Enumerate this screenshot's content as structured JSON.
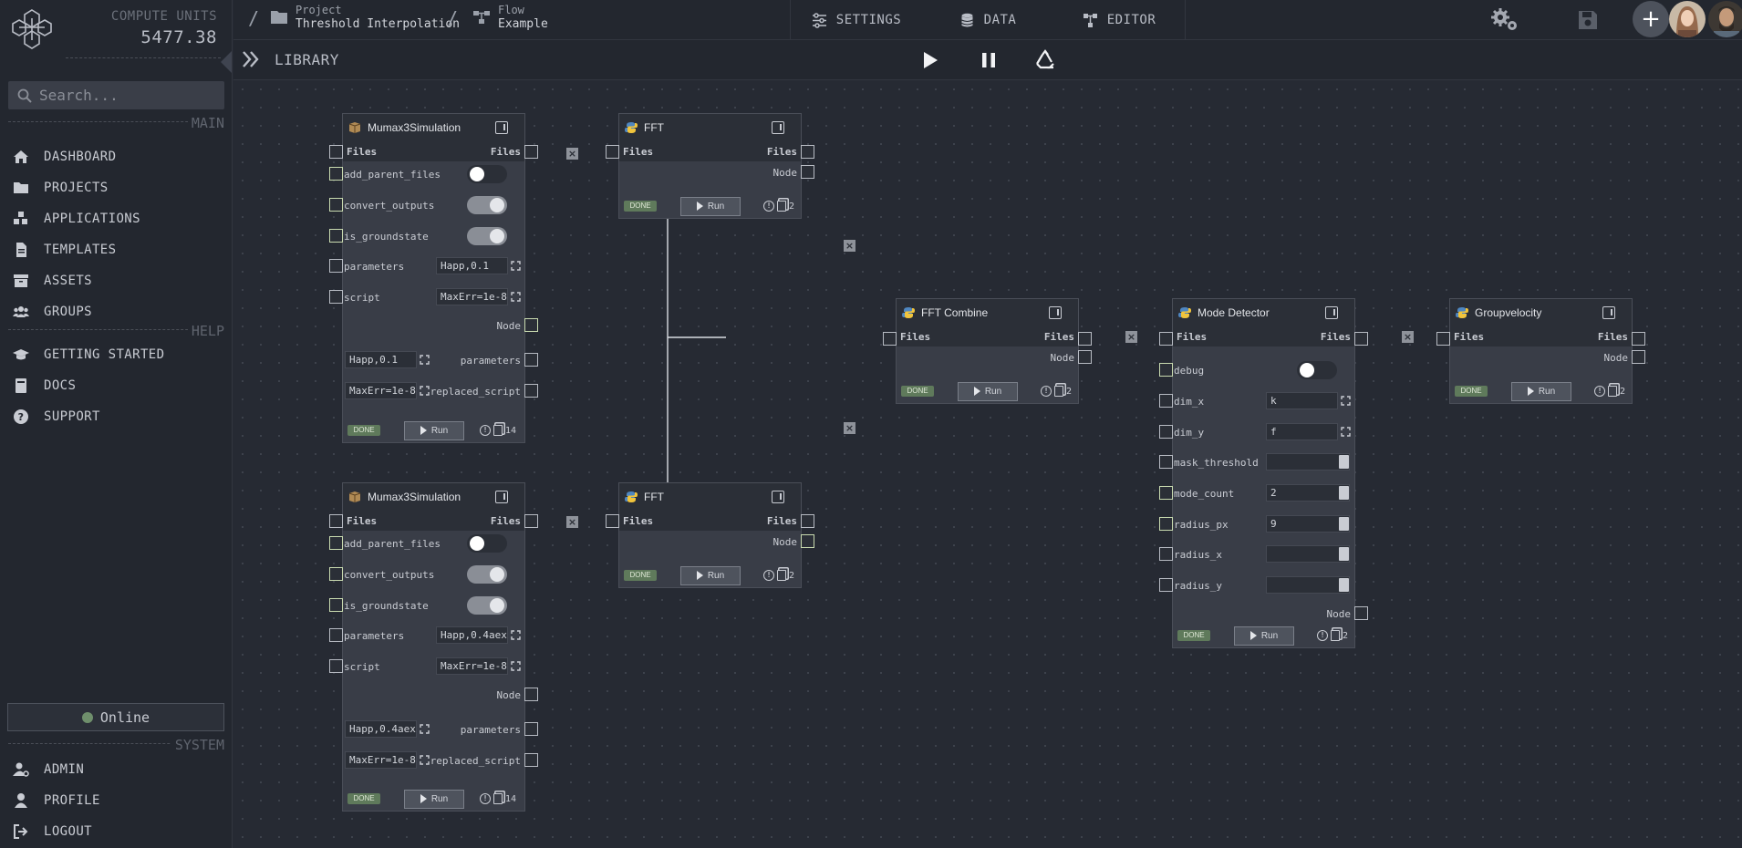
{
  "sidebar": {
    "compute_label": "COMPUTE UNITS",
    "compute_value": "5477.38",
    "search_placeholder": "Search...",
    "sections": {
      "main": "MAIN",
      "help": "HELP",
      "system": "SYSTEM"
    },
    "main_items": [
      "DASHBOARD",
      "PROJECTS",
      "APPLICATIONS",
      "TEMPLATES",
      "ASSETS",
      "GROUPS"
    ],
    "help_items": [
      "GETTING STARTED",
      "DOCS",
      "SUPPORT"
    ],
    "system_items": [
      "ADMIN",
      "PROFILE",
      "LOGOUT"
    ],
    "status": "Online",
    "status_color": "#6f8f6c"
  },
  "topbar": {
    "separator": "/",
    "project_label": "Project",
    "project_name": "Threshold Interpolation",
    "flow_label": "Flow",
    "flow_name": "Example",
    "tabs": [
      "SETTINGS",
      "DATA",
      "EDITOR"
    ],
    "plus": "+"
  },
  "toolbar": {
    "library_label": "LIBRARY"
  },
  "nodes": {
    "mumax_1": {
      "title": "Mumax3Simulation",
      "files_in": "Files",
      "files_out": "Files",
      "add_parent_files": "add_parent_files",
      "convert_outputs": "convert_outputs",
      "is_groundstate": "is_groundstate",
      "parameters_label": "parameters",
      "parameters_value": "Happ,0.1",
      "script_label": "script",
      "script_value": "MaxErr=1e-8",
      "node_label": "Node",
      "out_parameters_value": "Happ,0.1",
      "out_parameters_label": "parameters",
      "out_script_value": "MaxErr=1e-8",
      "out_script_label": "replaced_script",
      "status": "DONE",
      "run": "Run",
      "count": "14"
    },
    "mumax_2": {
      "title": "Mumax3Simulation",
      "files_in": "Files",
      "files_out": "Files",
      "add_parent_files": "add_parent_files",
      "convert_outputs": "convert_outputs",
      "is_groundstate": "is_groundstate",
      "parameters_label": "parameters",
      "parameters_value": "Happ,0.4aex",
      "script_label": "script",
      "script_value": "MaxErr=1e-8",
      "node_label": "Node",
      "out_parameters_value": "Happ,0.4aex",
      "out_parameters_label": "parameters",
      "out_script_value": "MaxErr=1e-8",
      "out_script_label": "replaced_script",
      "status": "DONE",
      "run": "Run",
      "count": "14"
    },
    "fft_1": {
      "title": "FFT",
      "files_in": "Files",
      "files_out": "Files",
      "node_label": "Node",
      "status": "DONE",
      "run": "Run",
      "count": "2"
    },
    "fft_2": {
      "title": "FFT",
      "files_in": "Files",
      "files_out": "Files",
      "node_label": "Node",
      "status": "DONE",
      "run": "Run",
      "count": "2"
    },
    "fft_combine": {
      "title": "FFT Combine",
      "files_in": "Files",
      "files_out": "Files",
      "node_label": "Node",
      "status": "DONE",
      "run": "Run",
      "count": "2"
    },
    "mode_detector": {
      "title": "Mode Detector",
      "files_in": "Files",
      "files_out": "Files",
      "debug": "debug",
      "dim_x": "dim_x",
      "dim_x_value": "k",
      "dim_y": "dim_y",
      "dim_y_value": "f",
      "mask_threshold": "mask_threshold",
      "mask_threshold_value": "",
      "mode_count": "mode_count",
      "mode_count_value": "2",
      "radius_px": "radius_px",
      "radius_px_value": "9",
      "radius_x": "radius_x",
      "radius_x_value": "",
      "radius_y": "radius_y",
      "radius_y_value": "",
      "node_label": "Node",
      "status": "DONE",
      "run": "Run",
      "count": "2"
    },
    "groupvelocity": {
      "title": "Groupvelocity",
      "files_in": "Files",
      "files_out": "Files",
      "node_label": "Node",
      "status": "DONE",
      "run": "Run",
      "count": "2"
    }
  },
  "colors": {
    "done_badge": "#5f7a5b",
    "toggle_on": "#8a8e96",
    "canvas": "#262a33",
    "sidebar": "#23272f"
  }
}
